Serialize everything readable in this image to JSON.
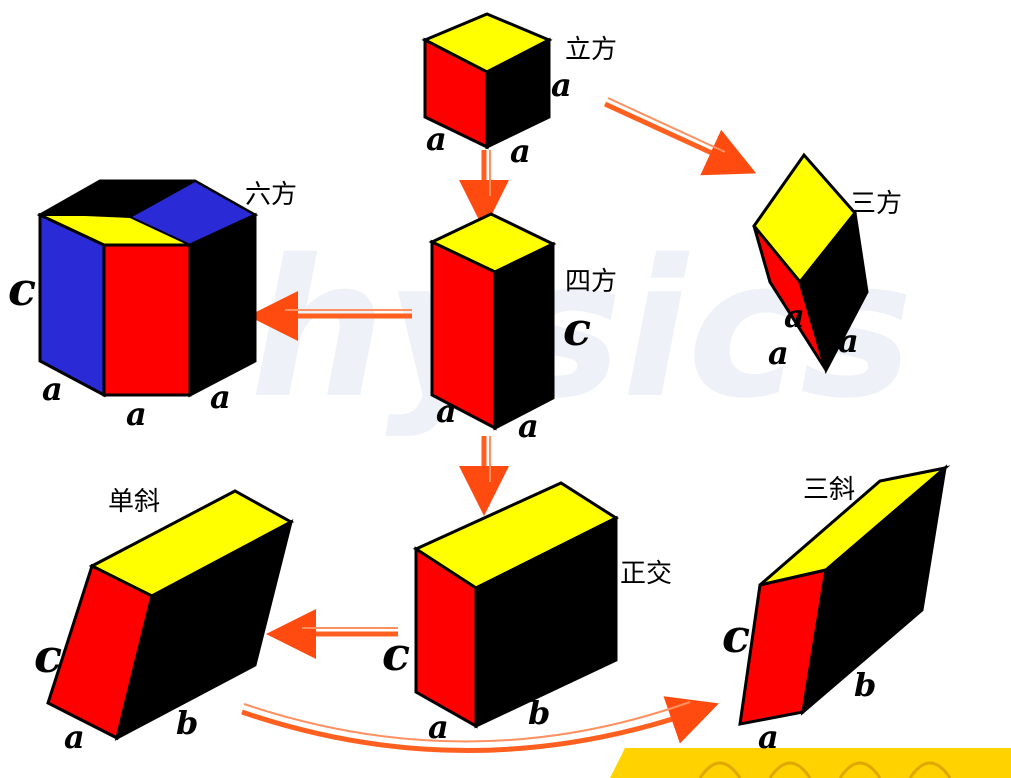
{
  "watermark": "hysics",
  "colors": {
    "top": "#ffff00",
    "front": "#ff0000",
    "side": "#000000",
    "hexblue": "#2a2ad6",
    "arrow": "#ff6020",
    "footer": "#ffd200"
  },
  "systems": {
    "cubic": {
      "name": "立方",
      "edges": [
        "a",
        "a",
        "a"
      ]
    },
    "tetragonal": {
      "name": "四方",
      "edges": [
        "c",
        "a",
        "a"
      ]
    },
    "hexagonal": {
      "name": "六方",
      "edges": [
        "c",
        "a",
        "a",
        "a"
      ]
    },
    "trigonal": {
      "name": "三方",
      "edges": [
        "a",
        "a",
        "a"
      ]
    },
    "orthorhombic": {
      "name": "正交",
      "edges": [
        "c",
        "a",
        "b"
      ]
    },
    "monoclinic": {
      "name": "单斜",
      "edges": [
        "c",
        "a",
        "b"
      ]
    },
    "triclinic": {
      "name": "三斜",
      "edges": [
        "c",
        "b",
        "a"
      ]
    }
  },
  "arrows": [
    {
      "from": "cubic",
      "to": "tetragonal"
    },
    {
      "from": "cubic",
      "to": "trigonal"
    },
    {
      "from": "tetragonal",
      "to": "hexagonal"
    },
    {
      "from": "tetragonal",
      "to": "orthorhombic"
    },
    {
      "from": "orthorhombic",
      "to": "monoclinic"
    },
    {
      "from": "monoclinic",
      "to": "triclinic"
    }
  ]
}
